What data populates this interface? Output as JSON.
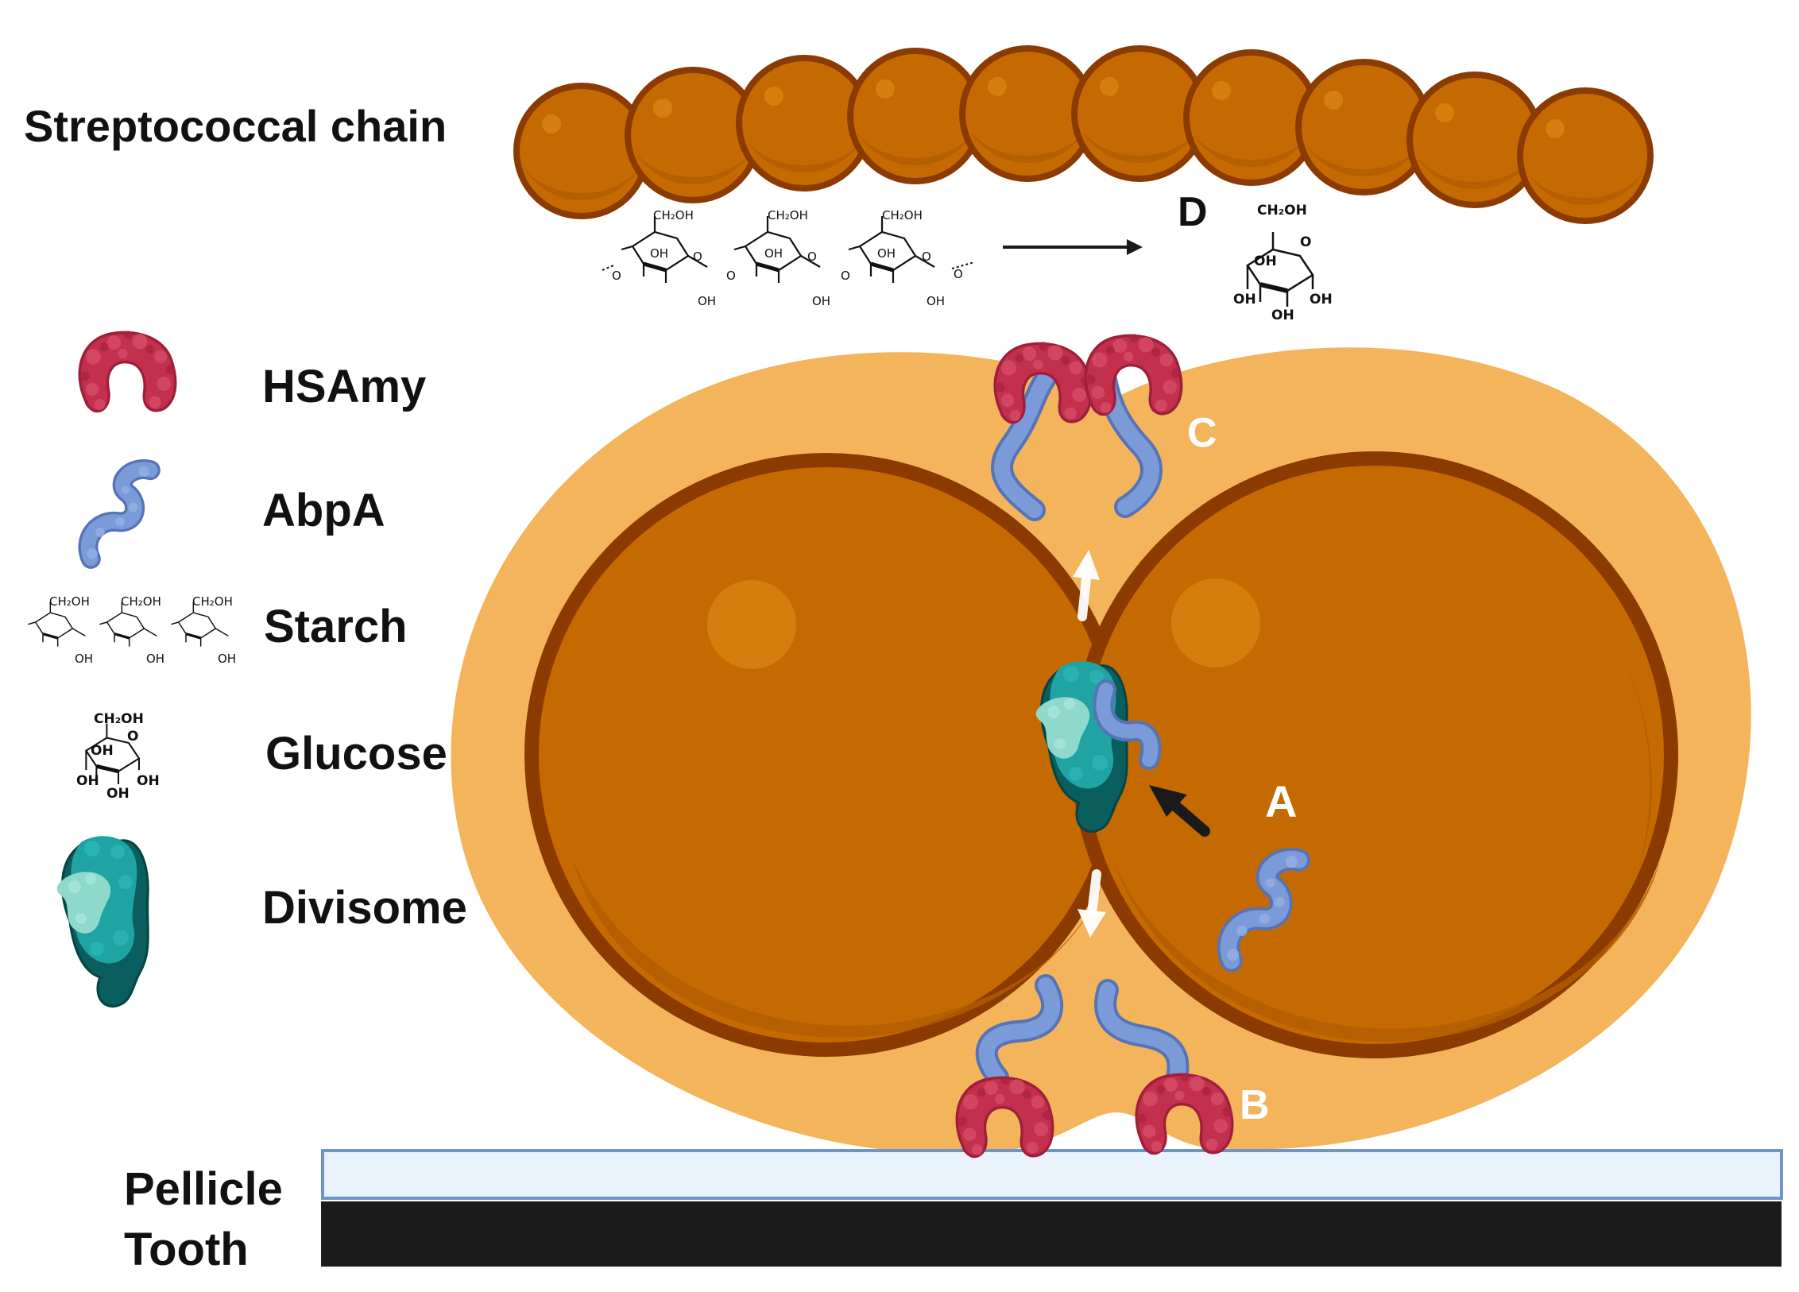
{
  "labels": {
    "streptococcal_chain": "Streptococcal chain",
    "hsamy": "HSAmy",
    "abpa": "AbpA",
    "starch": "Starch",
    "glucose": "Glucose",
    "divisome": "Divisome",
    "pellicle": "Pellicle",
    "tooth": "Tooth",
    "marker_a": "A",
    "marker_b": "B",
    "marker_c": "C",
    "marker_d": "D"
  },
  "chemistry": {
    "ch2oh": "CH₂OH",
    "oh": "OH",
    "o": "O"
  },
  "colors": {
    "cell": "#C46A00",
    "cell_outline": "#8B3A00",
    "capsule": "#F4B45C",
    "hsamy": "#C2304D",
    "abpa": "#6E8FD0",
    "divisome_light": "#8ED8CC",
    "divisome_mid": "#1FA3A3",
    "divisome_dark": "#0A5E5E",
    "pellicle": "#EAF2FC",
    "pellicle_border": "#6F95C6",
    "tooth": "#1B1B1B"
  }
}
